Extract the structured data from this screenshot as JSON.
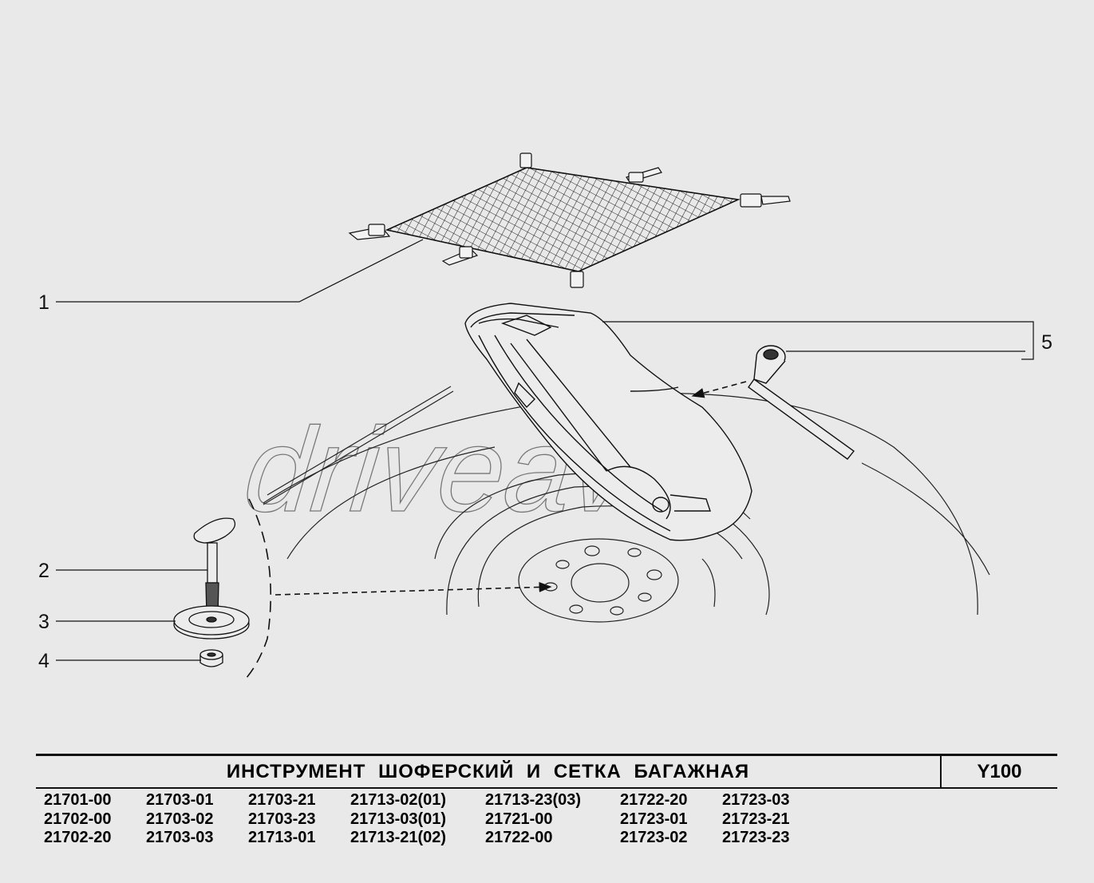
{
  "watermark": "driveavto",
  "callouts": [
    "1",
    "2",
    "3",
    "4",
    "5"
  ],
  "title": "ИНСТРУМЕНТ ШОФЕРСКИЙ И СЕТКА БАГАЖНАЯ",
  "section_code": "Y100",
  "models": [
    [
      "21701-00",
      "21702-00",
      "21702-20"
    ],
    [
      "21703-01",
      "21703-02",
      "21703-03"
    ],
    [
      "21703-21",
      "21703-23",
      "21713-01"
    ],
    [
      "21713-02(01)",
      "21713-03(01)",
      "21713-21(02)"
    ],
    [
      "21713-23(03)",
      "21721-00",
      "21722-00"
    ],
    [
      "21722-20",
      "21723-01",
      "21723-02"
    ],
    [
      "21723-03",
      "21723-21",
      "21723-23"
    ]
  ]
}
